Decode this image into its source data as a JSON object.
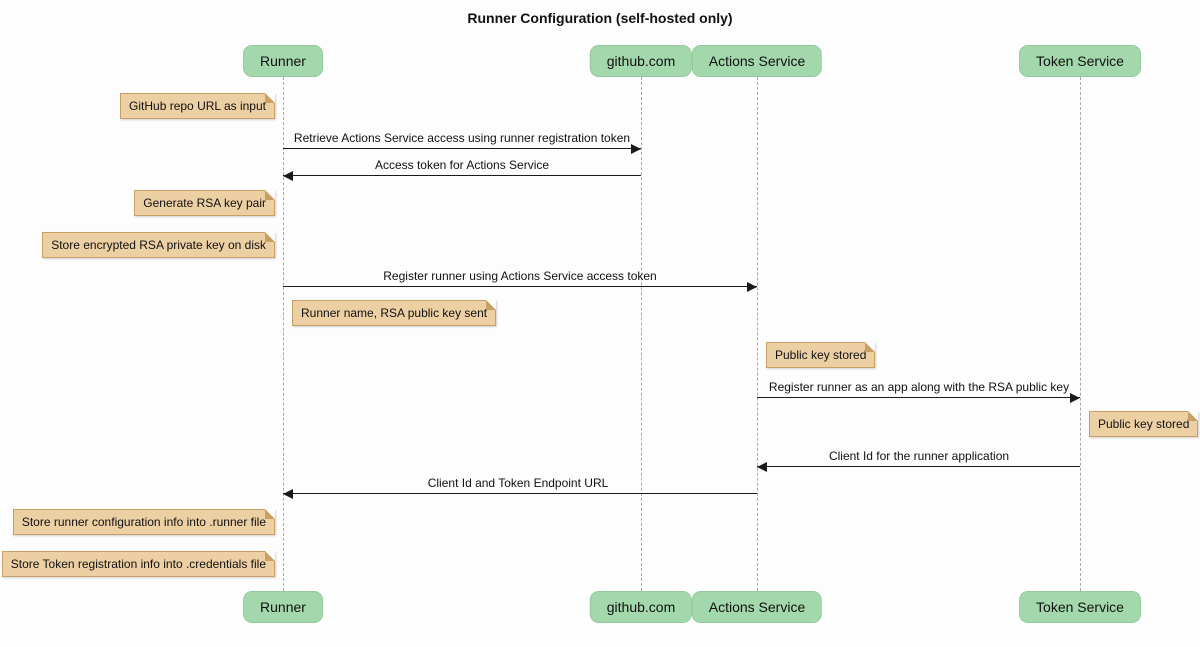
{
  "title": "Runner Configuration (self-hosted only)",
  "chart_data": {
    "type": "sequence-diagram",
    "participants": [
      {
        "label": "Runner"
      },
      {
        "label": "github.com"
      },
      {
        "label": "Actions Service"
      },
      {
        "label": "Token Service"
      }
    ],
    "messages": [
      {
        "from": "Runner",
        "to": "github.com",
        "label": "Retrieve Actions Service access using runner registration token"
      },
      {
        "from": "github.com",
        "to": "Runner",
        "label": "Access token for Actions Service"
      },
      {
        "from": "Runner",
        "to": "Actions Service",
        "label": "Register runner using Actions Service access token"
      },
      {
        "from": "Actions Service",
        "to": "Token Service",
        "label": "Register runner as an app along with the RSA public key"
      },
      {
        "from": "Token Service",
        "to": "Actions Service",
        "label": "Client Id for the runner application"
      },
      {
        "from": "Actions Service",
        "to": "Runner",
        "label": "Client Id and Token Endpoint URL"
      }
    ],
    "notes": [
      {
        "anchor": "Runner",
        "side": "left",
        "text": "GitHub repo URL as input"
      },
      {
        "anchor": "Runner",
        "side": "left",
        "text": "Generate RSA key pair"
      },
      {
        "anchor": "Runner",
        "side": "left",
        "text": "Store encrypted RSA private key on disk"
      },
      {
        "anchor": "Runner",
        "side": "right",
        "text": "Runner name, RSA public key sent"
      },
      {
        "anchor": "Actions Service",
        "side": "right",
        "text": "Public key stored"
      },
      {
        "anchor": "Token Service",
        "side": "right",
        "text": "Public key stored"
      },
      {
        "anchor": "Runner",
        "side": "left",
        "text": "Store runner configuration info into .runner file"
      },
      {
        "anchor": "Runner",
        "side": "left",
        "text": "Store Token registration info into .credentials file"
      }
    ],
    "colors": {
      "participant_fill": "#A3D8AC",
      "note_fill": "#EDCFA4",
      "note_border": "#C9A063",
      "arrow": "#1a1a1a",
      "lifeline": "#A9A9A9"
    }
  }
}
